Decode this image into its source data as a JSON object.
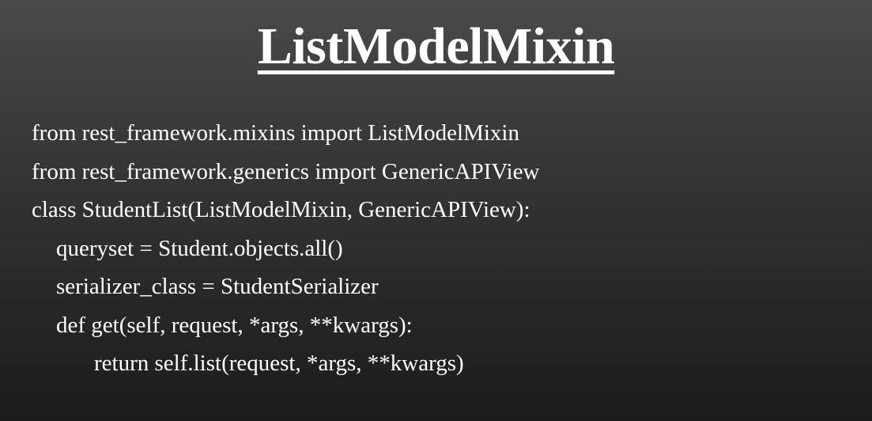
{
  "slide": {
    "title": "ListModelMixin",
    "code_lines": [
      "from rest_framework.mixins import ListModelMixin",
      "from rest_framework.generics import GenericAPIView",
      "class StudentList(ListModelMixin, GenericAPIView):",
      "queryset = Student.objects.all()",
      "serializer_class = StudentSerializer",
      "def get(self, request, *args, **kwargs):",
      "return self.list(request, *args, **kwargs)"
    ]
  },
  "colors": {
    "text": "#ffffff",
    "background_top": "#4a4a4a",
    "background_bottom": "#1c1c1c"
  }
}
